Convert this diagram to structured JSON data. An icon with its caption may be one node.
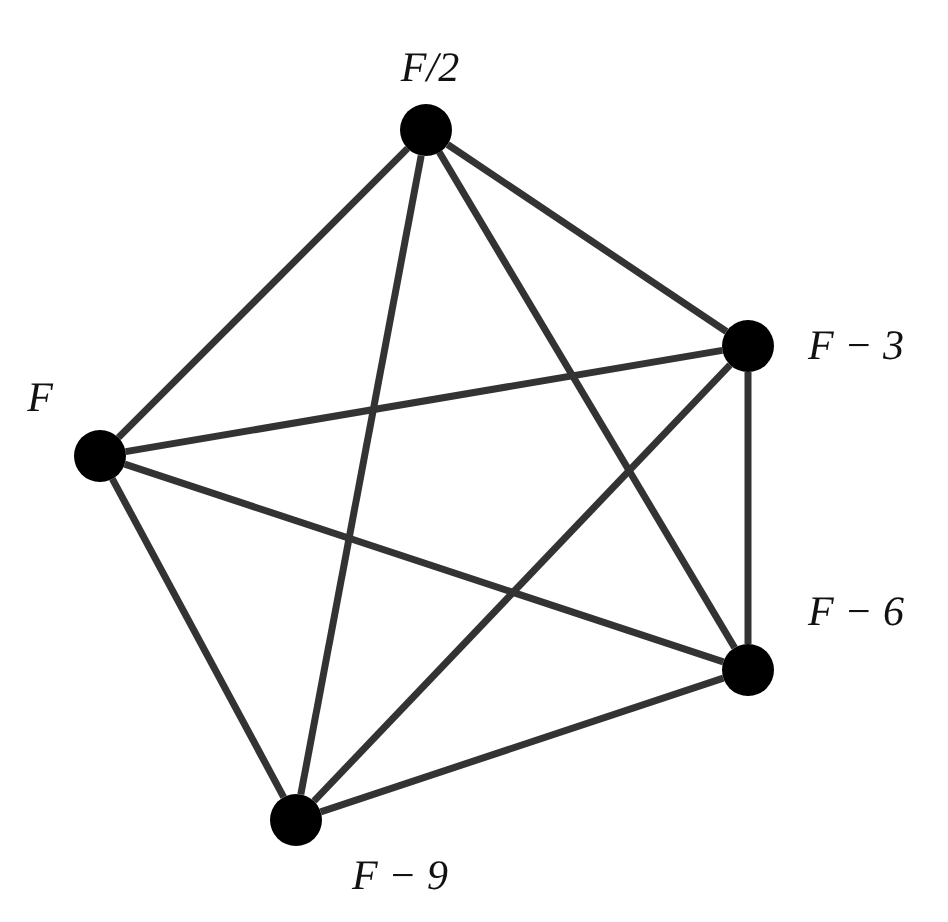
{
  "diagram": {
    "nodes": [
      {
        "text": [],
        "shape": "circle",
        "beside": [
          "F/2"
        ]
      },
      {
        "text": [],
        "shape": "circle",
        "beside": [
          "F − 3"
        ]
      },
      {
        "text": [],
        "shape": "circle",
        "beside": [
          "F"
        ]
      },
      {
        "text": [],
        "shape": "circle",
        "beside": [
          "F − 6"
        ]
      },
      {
        "text": [],
        "shape": "circle",
        "beside": [
          "F − 9"
        ]
      }
    ],
    "edges": [
      {
        "from": 0,
        "to": 1,
        "arrow": "none"
      },
      {
        "from": 0,
        "to": 2,
        "arrow": "none"
      },
      {
        "from": 0,
        "to": 3,
        "arrow": "none"
      },
      {
        "from": 0,
        "to": 4,
        "arrow": "none"
      },
      {
        "from": 1,
        "to": 2,
        "arrow": "none"
      },
      {
        "from": 1,
        "to": 3,
        "arrow": "none"
      },
      {
        "from": 1,
        "to": 4,
        "arrow": "none"
      },
      {
        "from": 2,
        "to": 3,
        "arrow": "none"
      },
      {
        "from": 2,
        "to": 4,
        "arrow": "none"
      },
      {
        "from": 3,
        "to": 4,
        "arrow": "none"
      }
    ]
  }
}
